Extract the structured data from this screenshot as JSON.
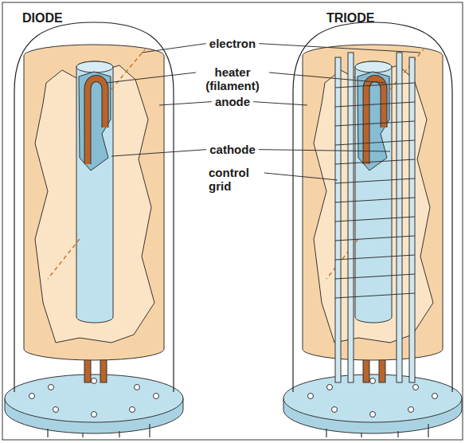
{
  "diagram": {
    "labels": [
      "DIODE",
      "TRIODE",
      "electron",
      "heater (filament)",
      "anode",
      "cathode",
      "control grid"
    ]
  }
}
